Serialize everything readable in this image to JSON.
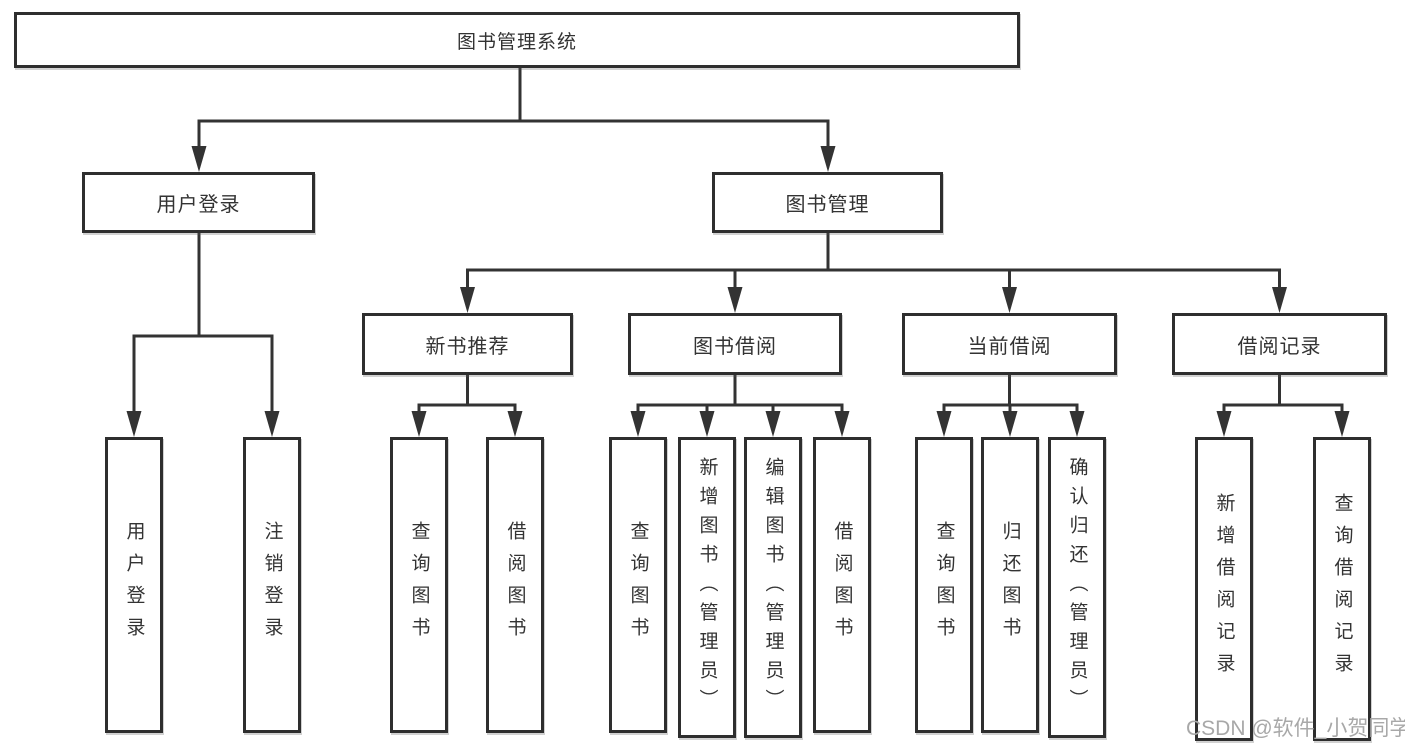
{
  "diagram": {
    "type": "hierarchy-tree",
    "colors": {
      "line": "#333333",
      "box_border": "#2e2e2e",
      "text": "#333333",
      "background": "#ffffff",
      "watermark_text": "#a8a8a8"
    },
    "tree": {
      "root": {
        "label": "图书管理系统"
      },
      "branches": [
        {
          "label": "用户登录",
          "children": [
            {
              "label": "用户登录"
            },
            {
              "label": "注销登录"
            }
          ]
        },
        {
          "label": "图书管理",
          "children": [
            {
              "label": "新书推荐",
              "children": [
                {
                  "label": "查询图书"
                },
                {
                  "label": "借阅图书"
                }
              ]
            },
            {
              "label": "图书借阅",
              "children": [
                {
                  "label": "查询图书"
                },
                {
                  "label": "新增图书（管理员）"
                },
                {
                  "label": "编辑图书（管理员）"
                },
                {
                  "label": "借阅图书"
                }
              ]
            },
            {
              "label": "当前借阅",
              "children": [
                {
                  "label": "查询图书"
                },
                {
                  "label": "归还图书"
                },
                {
                  "label": "确认归还（管理员）"
                }
              ]
            },
            {
              "label": "借阅记录",
              "children": [
                {
                  "label": "新增借阅记录"
                },
                {
                  "label": "查询借阅记录"
                }
              ]
            }
          ]
        }
      ]
    }
  },
  "watermark": {
    "text": "CSDN @软件_小贺同学"
  }
}
